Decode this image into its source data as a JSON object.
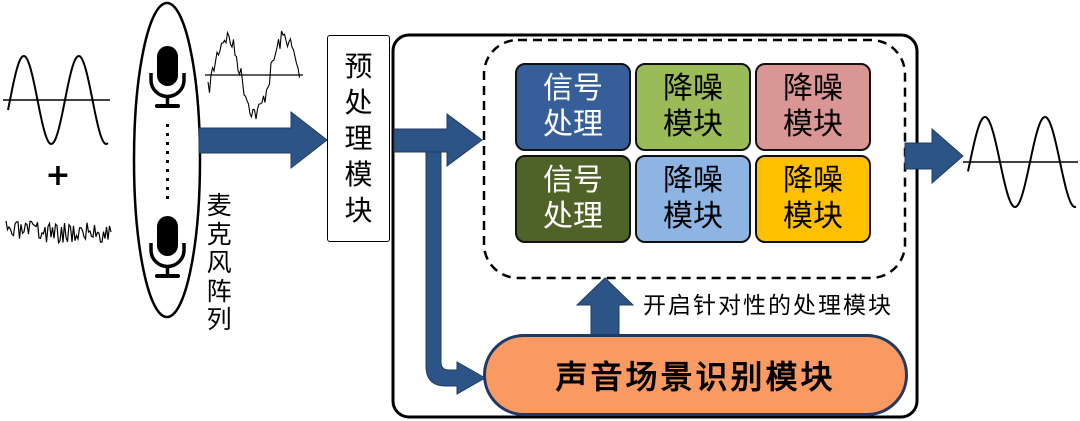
{
  "input": {
    "plus_sign": "+"
  },
  "mic_array": {
    "label": "麦克风阵列"
  },
  "preprocess": {
    "label": "预处理模块"
  },
  "modules": [
    {
      "label": "信号处理",
      "fill": "#365f9a",
      "text_color": "#ffffff"
    },
    {
      "label": "降噪模块",
      "fill": "#9bbb59",
      "text_color": "#000000"
    },
    {
      "label": "降噪模块",
      "fill": "#d99694",
      "text_color": "#000000"
    },
    {
      "label": "信号处理",
      "fill": "#4f6228",
      "text_color": "#ffffff"
    },
    {
      "label": "降噪模块",
      "fill": "#8eb4e3",
      "text_color": "#000000"
    },
    {
      "label": "降噪模块",
      "fill": "#ffc000",
      "text_color": "#000000"
    }
  ],
  "enable_caption": "开启针对性的处理模块",
  "scene_recognition": {
    "label": "声音场景识别模块",
    "fill": "#f99a62",
    "border": "#1f3864"
  },
  "colors": {
    "arrow": "#2d5486",
    "arrow_edge": "#1f3d63"
  }
}
